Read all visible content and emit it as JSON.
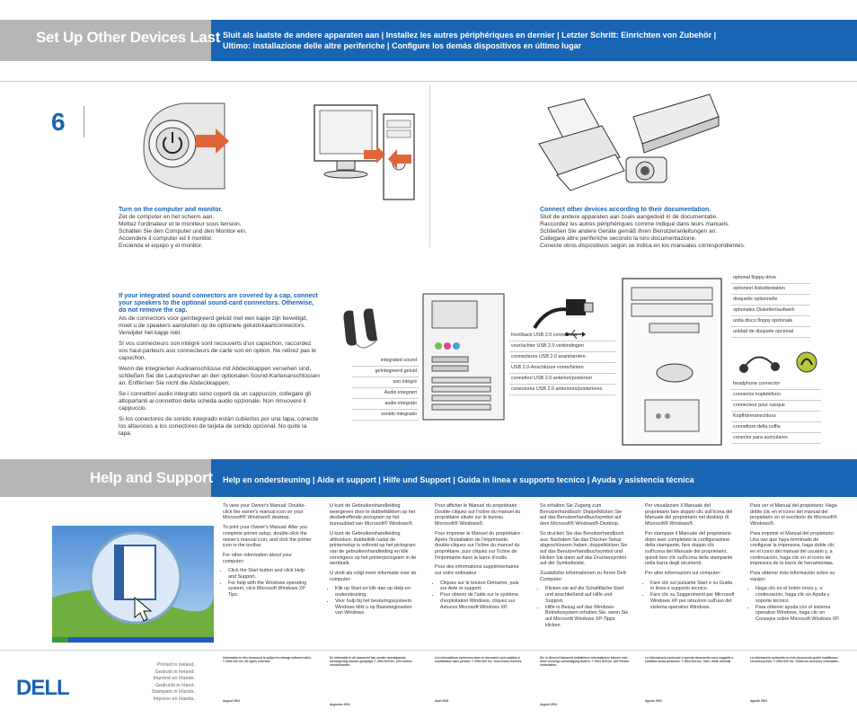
{
  "section1": {
    "title": "Set Up Other Devices Last",
    "sub_line1": "Sluit als laatste de andere apparaten aan | Installez les autres périphériques en dernier | Letzter Schritt: Einrichten von Zubehör |",
    "sub_line2": "Ultimo: installazione delle altre periferiche | Configure los demás dispositivos en último lugar"
  },
  "step_number": "6",
  "power": {
    "heading": "Turn on the computer and monitor.",
    "lines": [
      "Zet de computer en het scherm aan.",
      "Mettez l'ordinateur et le moniteur sous tension.",
      "Schalten Sie den Computer und den Monitor ein.",
      "Accendere il computer ed il monitor.",
      "Encienda el equipo  y el monitor."
    ]
  },
  "devices": {
    "heading": "Connect other devices according to their documentation.",
    "lines": [
      "Sluit de andere apparaten aan zoals aangeduid in de documentatie.",
      "Raccordez les autres périphériques comme indiqué dans leurs manuels.",
      "Schließen Sie andere Geräte gemäß ihren Benutzeranleitungen an.",
      "Collegare altre periferiche secondo la loro documentazione.",
      "Conecte otros dispositivos según se indica en los manuales correspondientes."
    ]
  },
  "sound": {
    "heading": "If your integrated sound connectors are covered by a cap, connect your speakers to the optional sound-card connectors. Otherwise, do not remove the cap.",
    "paras": [
      "Als de connectors voor geïntegreerd geluid met een kapje zijn beveiligd, moet u de speakers aansluiten op de optionele geluidskaartconnectors. Verwijder het kapje niet.",
      "Si vos connecteurs son intégré sont recouverts d'un capuchon, raccordez vos haut-parleurs aux connecteurs de carte son en option. Ne retirez pas le capuchon.",
      "Wenn die integrierten Audioanschlüsse mit Abdeckkappen versehen sind, schließen Sie die Lautsprecher an den optionalen Sound-Kartenanschlüssen an. Entfernen Sie nicht die Abdeckkappen.",
      "Se i connettori audio integrato sono coperti da un cappuccio, collegare gli altoparlanti ai connettori della scheda audio opzionale. Non rimuovere il cappuccio.",
      "Si los conectores de sonido integrado están cubiertos por una tapa, conecte los altavoces a los conectores de tarjeta de sonido opcional. No quite la tapa."
    ]
  },
  "integrated_sound_labels": [
    "integrated sound",
    "geïntegreerd geluid",
    "son intégré",
    "Audio integriert",
    "audio integrato",
    "sonido integrado"
  ],
  "usb_labels": [
    "front/back USB 2.0 connectors",
    "voor/achter USB 2.0 verbindingen",
    "connecteurs USB 2.0 avant/arrière",
    "USB 2.0-Anschlüsse vorne/hinten",
    "connettori USB 2.0 anteriori/posteriori",
    "conectores USB 2.0 anteriores/posteriores"
  ],
  "floppy_labels": [
    "optional floppy drive",
    "optioneel diskettestation",
    "disquette optionnelle",
    "optionales Diskettenlaufwerk",
    "unità disco floppy opzionale",
    "unidad de disquete opcional"
  ],
  "headphone_labels": [
    "headphone connector",
    "connector koptelefoon",
    "connecteur pour casque",
    "Kopfhöreranschluss",
    "connettore della cuffia",
    "conector para auriculares"
  ],
  "section2": {
    "title": "Help and Support",
    "sub": "Help en ondersteuning | Aide et support | Hilfe und Support | Guida in linea e supporto tecnico | Ayuda y asistencia técnica"
  },
  "help_cols": [
    {
      "p1": "To view your Owner's Manual: Double-click the owner's manual icon on your Microsoft® Windows® desktop.",
      "p2": "To print your Owner's Manual: After you complete printer setup, double-click the owner's manual icon, and click the printer icon in the toolbar.",
      "p3": "For other information about your computer:",
      "b1": "Click the Start button and click Help and Support.",
      "b2": "For help with the Windows operating system, click Microsoft Windows XP Tips."
    },
    {
      "p1": "U kunt de Gebruikershandleiding weergeven door te dubbelklikken op het desbetreffende pictogram op het bureaublad van Microsoft® Windows®.",
      "p2": "U kunt de Gebruikershandleiding afdrukken: dubbelklik nadat de printersetup is voltooid op het pictogram van de gebruikershandleiding en klik vervolgens op het printerpictogram in de werkbalk.",
      "p3": "U vindt als volgt meer informatie over de computer:",
      "b1": "Klik op Start en klik dan op Help en ondersteuning.",
      "b2": "Voor hulp bij het besturingssysteem Windows klikt u op Basisbeginselen van Windows."
    },
    {
      "p1": "Pour afficher le Manuel du propriétaire : Double-cliquez sur l'icône du manuel du propriétaire située sur le bureau Microsoft® Windows®.",
      "p2": "Pour imprimer le Manuel du propriétaire : Après l'installation de l'imprimante, double-cliquez sur l'icône du manuel du propriétaire, puis cliquez sur l'icône de l'imprimante dans la barre d'outils.",
      "p3": "Pour des informations supplémentaires sur votre ordinateur :",
      "b1": "Cliquez sur le bouton Démarrer, puis sur Aide et support.",
      "b2": "Pour obtenir de l'aide sur le système d'exploitation Windows, cliquez sur Astuces Microsoft Windows XP."
    },
    {
      "p1": "So erhalten Sie Zugang zum Benutzerhandbuch: Doppelklicken Sie auf das Benutzerhandbuchsymbol auf dem Microsoft® Windows®-Desktop.",
      "p2": "So drucken Sie das Benutzerhandbuch aus: Nachdem Sie das Drucker-Setup abgeschlossen haben, doppelklicken Sie auf das Benutzerhandbuchsymbol und klicken Sie dann auf das Druckersymbol auf der Symbolleiste.",
      "p3": "Zusätzliche Informationen zu Ihrem Dell-Computer:",
      "b1": "Klicken sie auf die Schaltfläche Start und anschließend auf Hilfe und Support.",
      "b2": "Hilfe in Bezug auf das Windows-Betriebssystem erhalten Sie, wenn Sie auf Microsoft Windows XP-Tipps klicken."
    },
    {
      "p1": "Per visualizzare il Manuale del proprietario fare doppio clic sull'icona del Manuale del proprietario nel desktop di Microsoft® Windows®.",
      "p2": "Per stampare il Manuale del proprietario dopo aver completato la configurazione della stampante, fare doppio clic sull'icona del Manuale del proprietario, quindi fare clic sull'icona della stampante nella barra degli strumenti.",
      "p3": "Per altre informazioni sul computer:",
      "b1": "Fare clic sul pulsante Start e su Guida in linea e supporto tecnico.",
      "b2": "Fare clic su Suggerimenti per Microsoft Windows XP per istruzioni sull'uso del sistema operativo Windows."
    },
    {
      "p1": "Para ver el Manual del propietario: Haga doble clic en el icono del manual del propietario en el escritorio de Microsoft® Windows®.",
      "p2": "Para imprimir el Manual del propietario: Una vez que haya terminado de configurar la impresora, haga doble clic en el icono del manual del usuario y, a continuación, haga clic en el icono de impresora de la barra de herramientas.",
      "p3": "Para obtener más información sobre su equipo:",
      "b1": "Haga clic en el botón Inicio y, a continuación, haga clic en Ayuda y soporte técnico.",
      "b2": "Para obtener ayuda con el sistema operativo Windows, haga clic en Consejos sobre Microsoft Windows XP."
    }
  ],
  "legal": [
    {
      "t": "Information in this document is subject to change without notice. © 2004 Dell Inc. All rights reserved.",
      "d": "August 2004"
    },
    {
      "t": "De informatie in dit document kan zonder voorafgaande kennisgeving worden gewijzigd. © 2004 Dell Inc. Alle rechten voorbehouden.",
      "d": "Augustus 2004"
    },
    {
      "t": "Les informations contenues dans ce document sont sujettes à modification sans préavis. © 2004 Dell Inc. Tous droits réservés.",
      "d": "Août 2004"
    },
    {
      "t": "Die in diesem Dokument enthaltenen Informationen können sich ohne vorherige Ankündigung ändern. © 2004 Dell Inc. Alle Rechte vorbehalten.",
      "d": "August 2004"
    },
    {
      "t": "Le informazioni contenute in questo documento sono soggette a modifica senza preavviso. © 2004 Dell Inc. Tutti i diritti riservati.",
      "d": "Agosto 2004"
    },
    {
      "t": "La información contenida en este documento puede modificarse sin aviso previo. © 2004 Dell Inc. Todos los derechos reservados.",
      "d": "Agosto 2004"
    }
  ],
  "printed_in": [
    "Printed in Ireland.",
    "Gedrukt in Ierland.",
    "Imprimé en Irlande.",
    "Gedruckt in Irland.",
    "Stampato in Irlanda.",
    "Impreso en Irlanda."
  ],
  "brand": "DELL",
  "colors": {
    "accent_blue": "#1a64b4",
    "band_grey": "#b4b6b8"
  }
}
